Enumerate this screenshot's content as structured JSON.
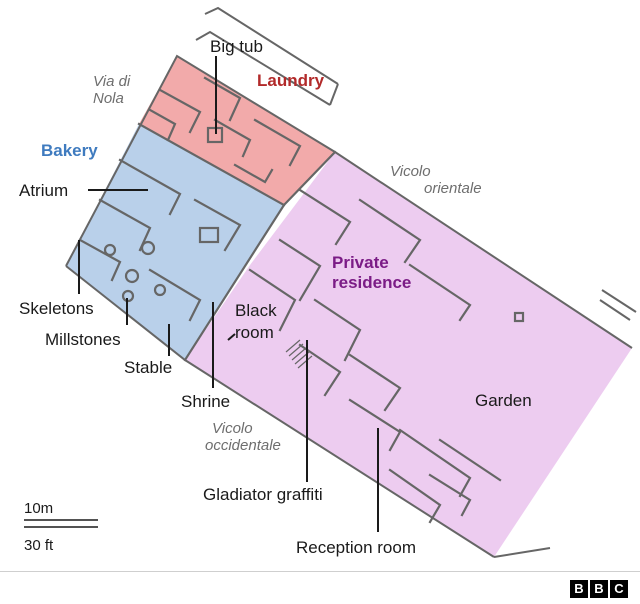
{
  "zones": {
    "laundry": {
      "label": "Laundry",
      "color": "#b22a2a",
      "fill": "#f2aaaa"
    },
    "bakery": {
      "label": "Bakery",
      "color": "#3f7bbf",
      "fill": "#b9d0ea"
    },
    "residence": {
      "label_line1": "Private",
      "label_line2": "residence",
      "color": "#7b1c86",
      "fill": "#ebc7ee"
    }
  },
  "streets": {
    "via_di_nola_line1": "Via di",
    "via_di_nola_line2": "Nola",
    "vicolo_orientale_line1": "Vicolo",
    "vicolo_orientale_line2": "orientale",
    "vicolo_occidentale_line1": "Vicolo",
    "vicolo_occidentale_line2": "occidentale"
  },
  "labels": {
    "big_tub": "Big tub",
    "atrium": "Atrium",
    "skeletons": "Skeletons",
    "millstones": "Millstones",
    "stable": "Stable",
    "shrine": "Shrine",
    "black_room_line1": "Black",
    "black_room_line2": "room",
    "garden": "Garden",
    "gladiator_graffiti": "Gladiator graffiti",
    "reception_room": "Reception room"
  },
  "scale": {
    "metric": "10m",
    "imperial": "30 ft"
  },
  "logo": {
    "letters": [
      "B",
      "B",
      "C"
    ]
  },
  "colors": {
    "walls": "#666666",
    "leader": "#1a1a1a"
  }
}
